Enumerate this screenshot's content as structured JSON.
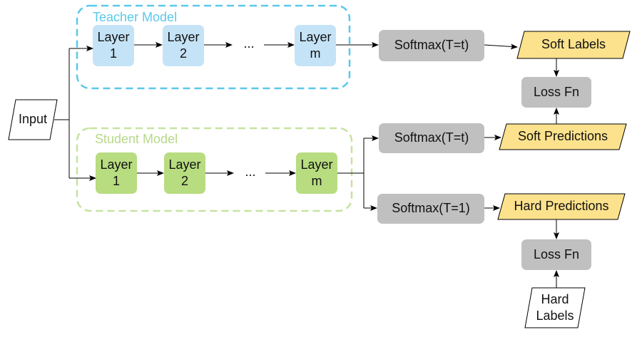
{
  "teacher": {
    "title": "Teacher Model",
    "layers": [
      "Layer\n1",
      "Layer\n2",
      "Layer\nm"
    ],
    "ellipsis": "...",
    "color": "#c5e3f7",
    "border_color": "#5ac8ea"
  },
  "student": {
    "title": "Student Model",
    "layers": [
      "Layer\n1",
      "Layer\n2",
      "Layer\nm"
    ],
    "ellipsis": "...",
    "color": "#b8dc80",
    "border_color": "#c6e3a0"
  },
  "input": {
    "label": "Input"
  },
  "softmax": {
    "teacher": "Softmax(T=t)",
    "student_soft": "Softmax(T=t)",
    "student_hard": "Softmax(T=1)",
    "color": "#c0c0c0"
  },
  "outputs": {
    "soft_labels": "Soft Labels",
    "soft_predictions": "Soft Predictions",
    "hard_predictions": "Hard Predictions",
    "hard_labels": "Hard\nLabels",
    "color": "#fce28c"
  },
  "loss": {
    "top": "Loss Fn",
    "bottom": "Loss Fn"
  }
}
